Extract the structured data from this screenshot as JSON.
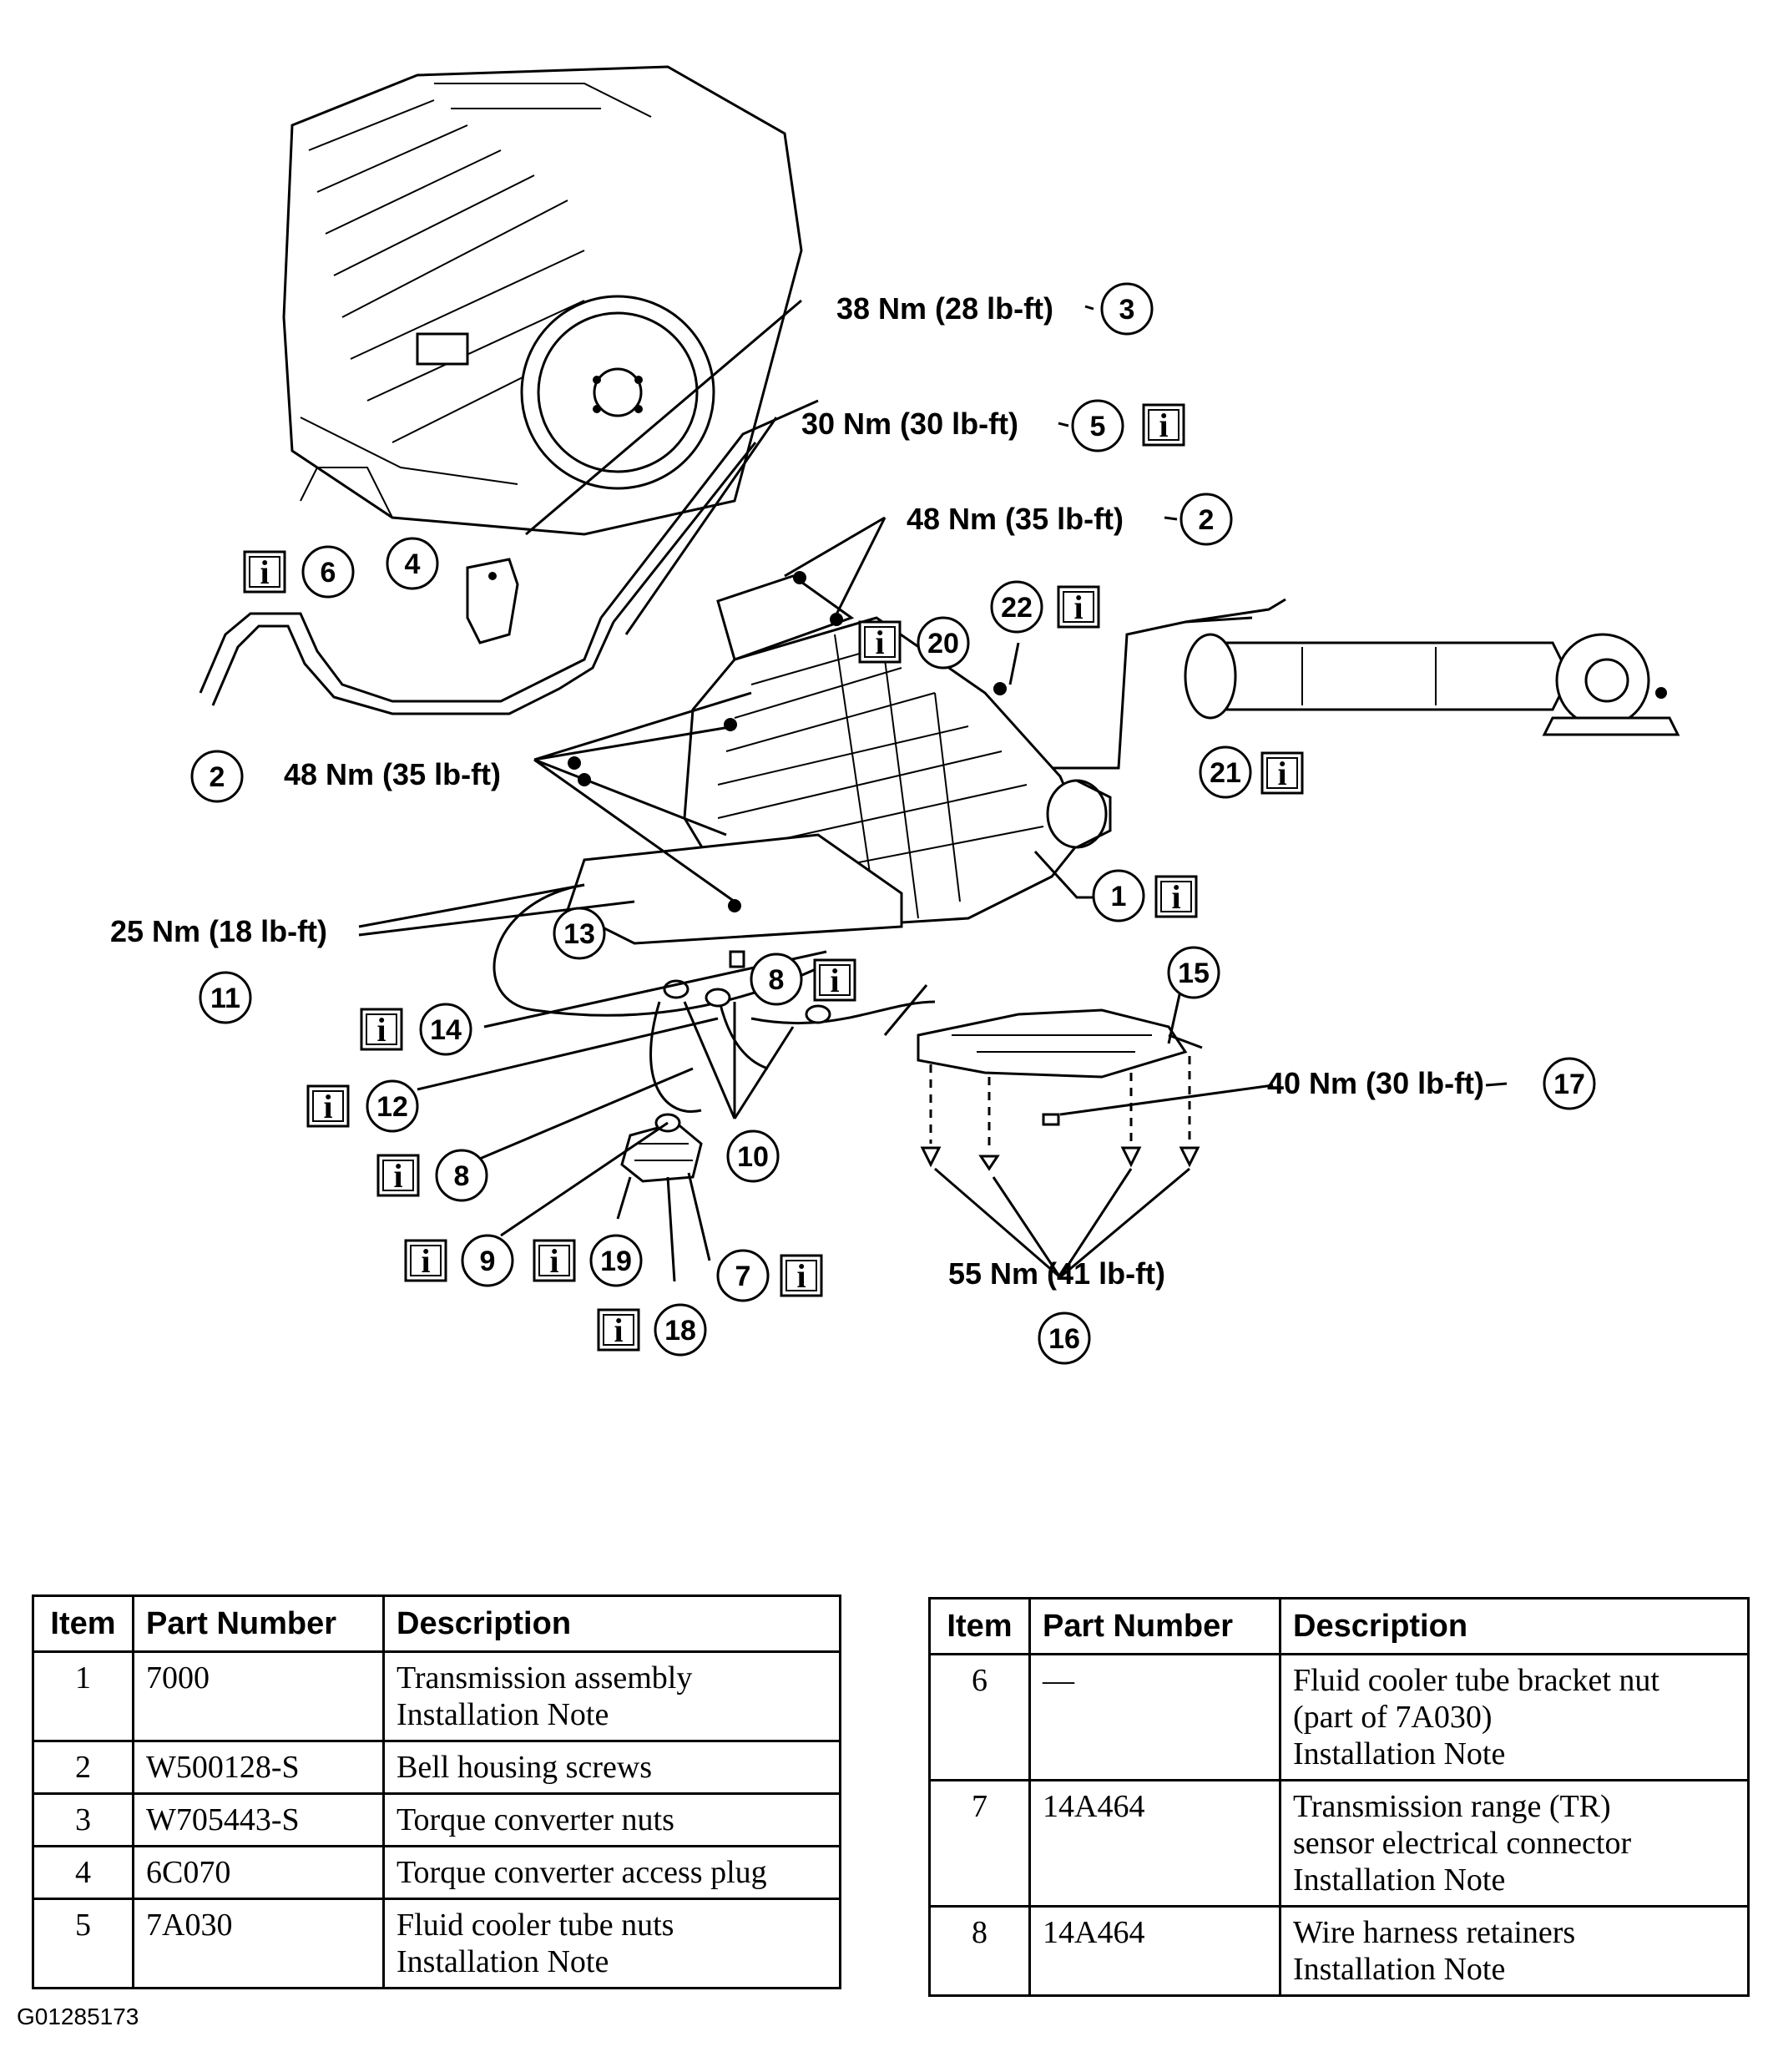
{
  "callouts": {
    "t3": "38 Nm (28 lb-ft)",
    "t5": "30 Nm (30 lb-ft)",
    "t2a": "48 Nm (35 lb-ft)",
    "t2b": "48 Nm (35 lb-ft)",
    "t11": "25 Nm (18 lb-ft)",
    "t17": "40 Nm (30 lb-ft)",
    "t16": "55 Nm (41 lb-ft)"
  },
  "item_numbers": {
    "n1": "1",
    "n2a": "2",
    "n2b": "2",
    "n3": "3",
    "n4": "4",
    "n5": "5",
    "n6": "6",
    "n7": "7",
    "n8a": "8",
    "n8b": "8",
    "n9": "9",
    "n10": "10",
    "n11": "11",
    "n12": "12",
    "n13": "13",
    "n14": "14",
    "n15": "15",
    "n16": "16",
    "n17": "17",
    "n18": "18",
    "n19": "19",
    "n20": "20",
    "n21": "21",
    "n22": "22"
  },
  "info_icon_glyph": "i",
  "table_headers": [
    "Item",
    "Part Number",
    "Description"
  ],
  "table_left": [
    {
      "item": "1",
      "part": "7000",
      "desc": [
        "Transmission assembly",
        "Installation Note"
      ]
    },
    {
      "item": "2",
      "part": "W500128-S",
      "desc": [
        "Bell housing screws"
      ]
    },
    {
      "item": "3",
      "part": "W705443-S",
      "desc": [
        "Torque converter nuts"
      ]
    },
    {
      "item": "4",
      "part": "6C070",
      "desc": [
        "Torque converter access plug"
      ]
    },
    {
      "item": "5",
      "part": "7A030",
      "desc": [
        "Fluid cooler tube nuts",
        "Installation Note"
      ]
    }
  ],
  "table_right": [
    {
      "item": "6",
      "part": "—",
      "desc": [
        "Fluid cooler tube bracket nut",
        "(part of 7A030)",
        "Installation Note"
      ]
    },
    {
      "item": "7",
      "part": "14A464",
      "desc": [
        "Transmission range (TR)",
        "sensor electrical connector",
        "Installation Note"
      ]
    },
    {
      "item": "8",
      "part": "14A464",
      "desc": [
        "Wire harness retainers",
        "Installation Note"
      ]
    }
  ],
  "image_code": "G01285173"
}
